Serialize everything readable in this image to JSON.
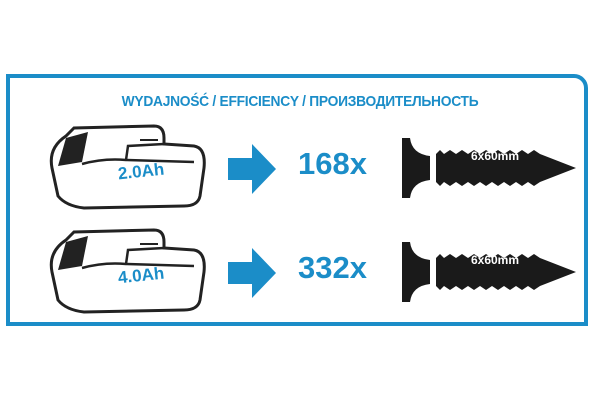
{
  "title": "WYDAJNOŚĆ / EFFICIENCY / ПРОИЗВОДИТЕЛЬНОСТЬ",
  "accent_color": "#1b8dc8",
  "rows": [
    {
      "capacity": "2.0Ah",
      "count": "168x",
      "screw_size": "6x60mm"
    },
    {
      "capacity": "4.0Ah",
      "count": "332x",
      "screw_size": "6x60mm"
    }
  ]
}
